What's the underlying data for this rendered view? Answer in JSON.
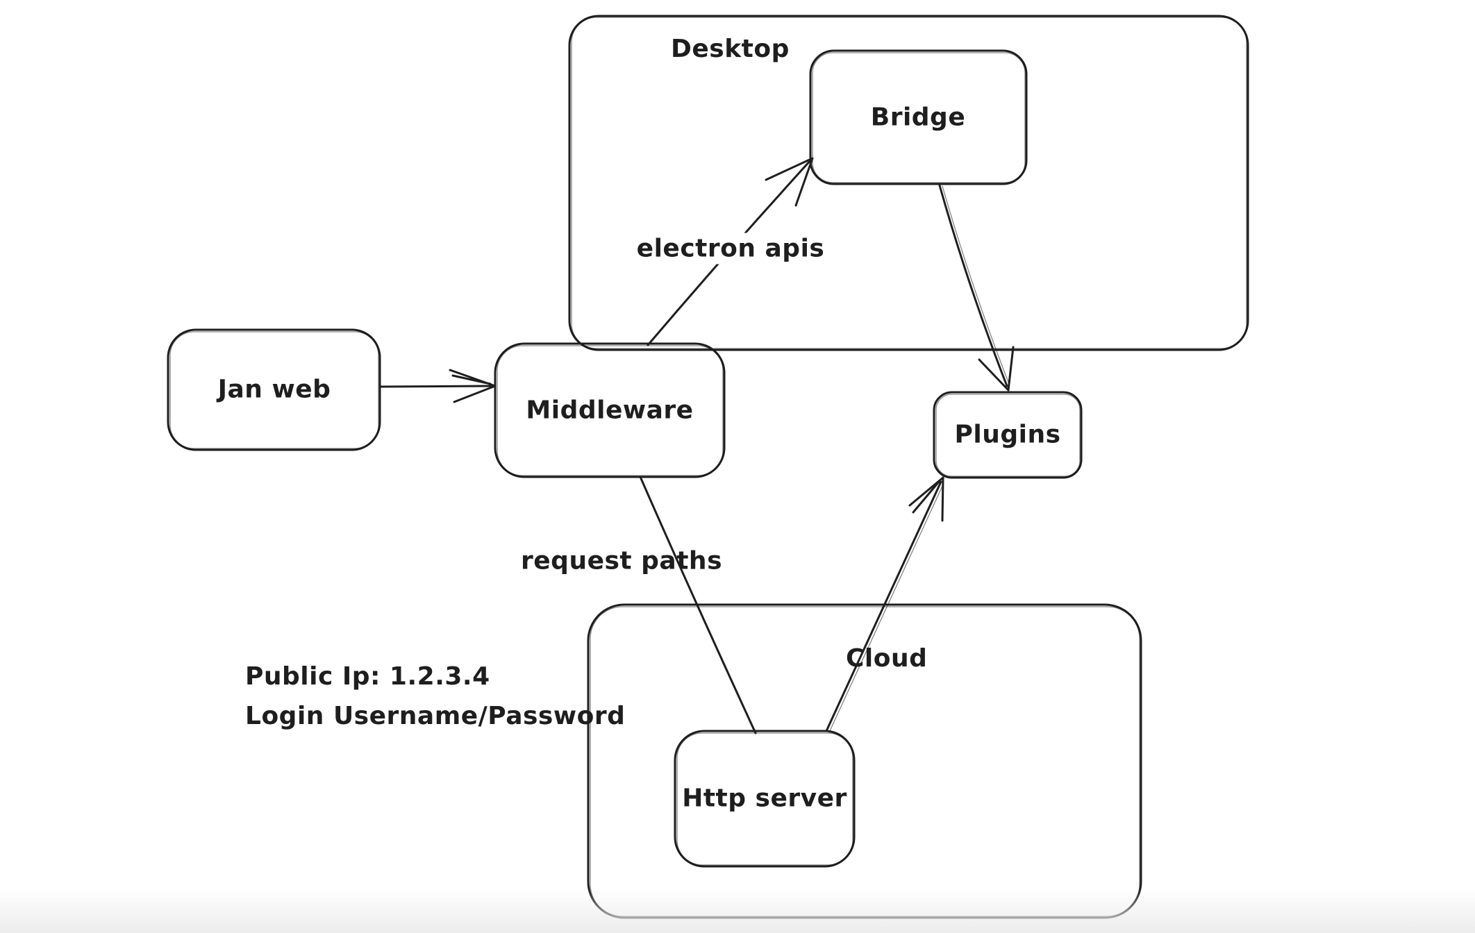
{
  "diagram": {
    "containers": {
      "desktop": {
        "label": "Desktop"
      },
      "cloud": {
        "label": "Cloud"
      }
    },
    "nodes": {
      "jan_web": {
        "label": "Jan web"
      },
      "middleware": {
        "label": "Middleware"
      },
      "bridge": {
        "label": "Bridge"
      },
      "plugins": {
        "label": "Plugins"
      },
      "http_server": {
        "label": "Http server"
      }
    },
    "edge_labels": {
      "electron_apis": "electron apis",
      "request_paths": "request paths"
    },
    "annotations": {
      "public_ip": "Public Ip: 1.2.3.4",
      "login": "Login Username/Password"
    },
    "colors": {
      "stroke": "#1e1e1e",
      "background": "#ffffff",
      "bottom_fade": "#ececec"
    }
  }
}
